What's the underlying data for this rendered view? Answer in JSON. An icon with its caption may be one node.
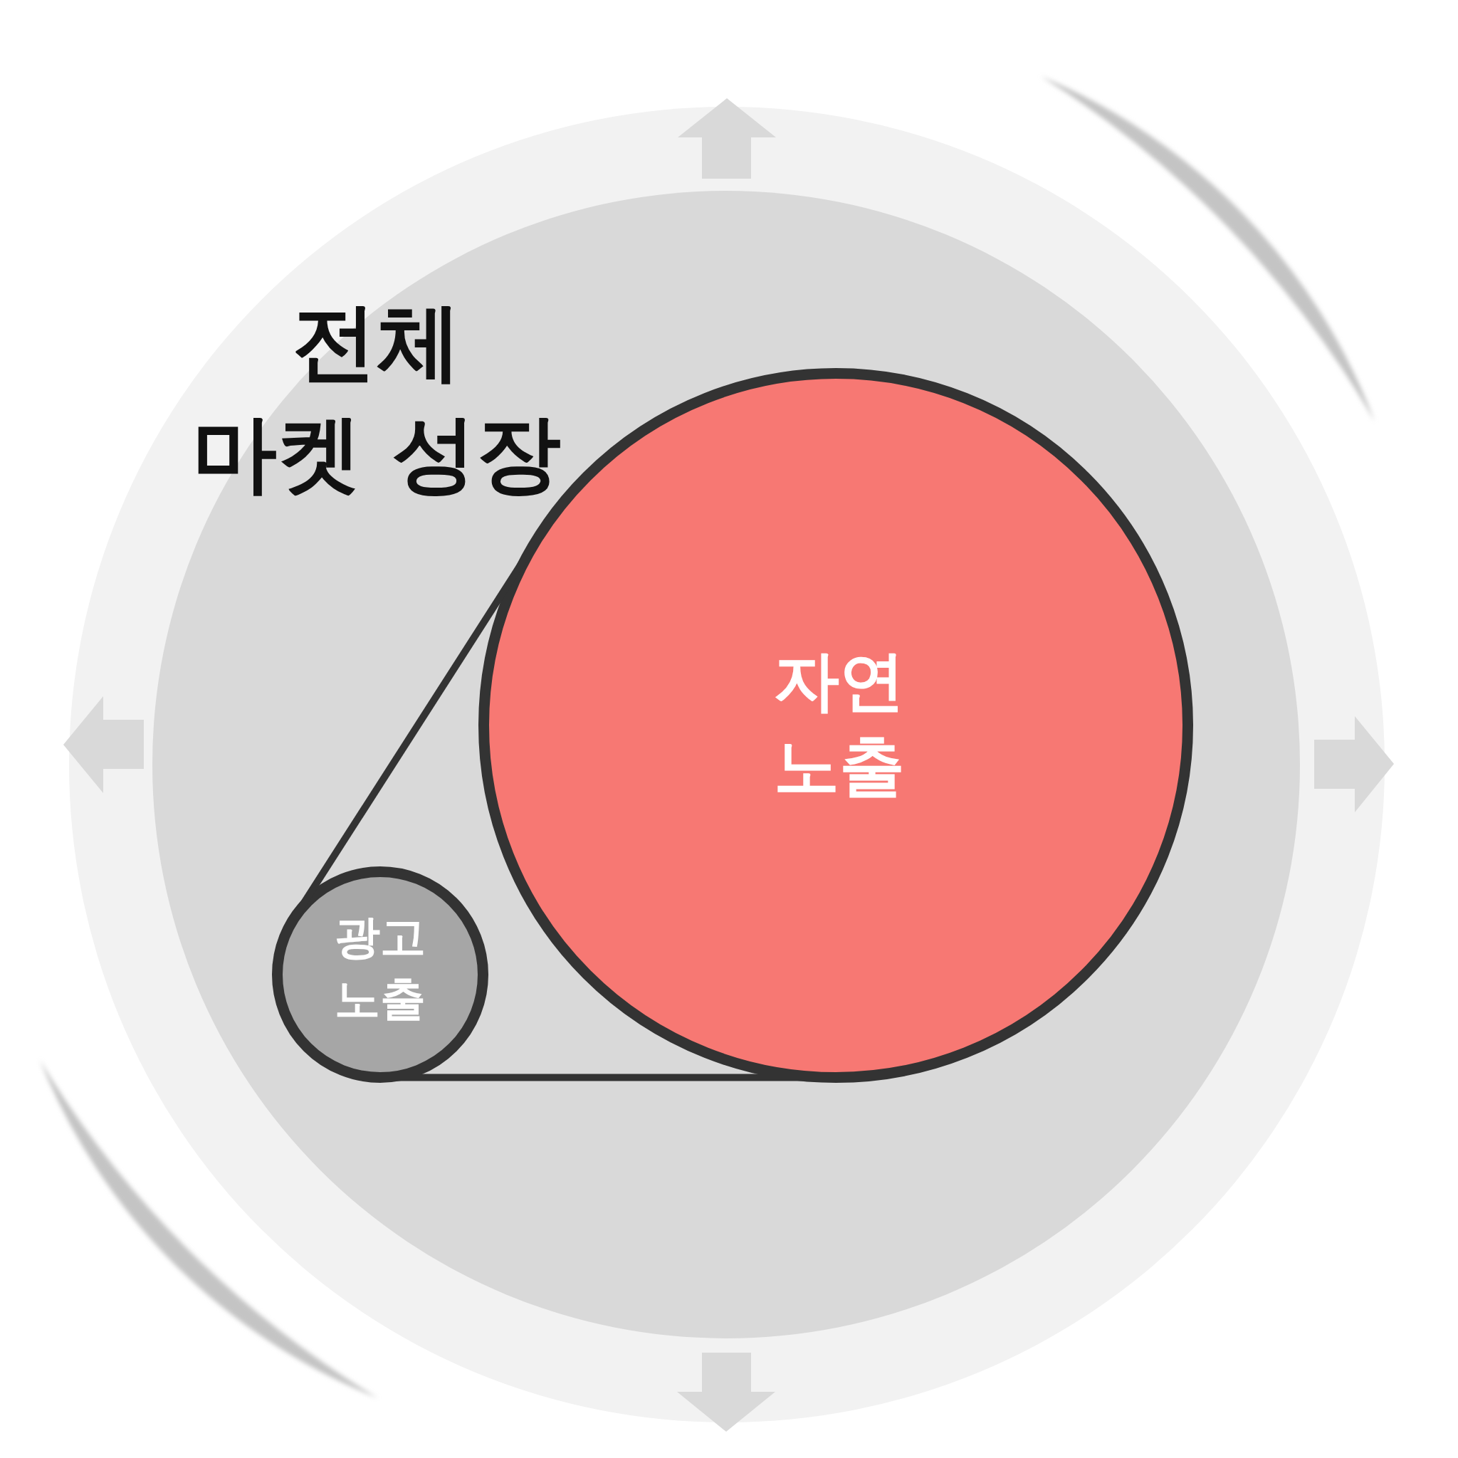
{
  "diagram": {
    "nodes": [
      {
        "text": [],
        "shape": "circle"
      },
      {
        "text": [
          "전체 마켓 성장"
        ],
        "in": 0
      },
      {
        "text": [
          "자연 노출"
        ],
        "in": 1
      },
      {
        "text": [
          "광고 노출"
        ],
        "in": 1
      },
      {
        "text": [],
        "shape": "arc"
      },
      {
        "text": [],
        "shape": "arc"
      }
    ],
    "edges": [
      {
        "from": 3,
        "to": 2,
        "arrow": "none"
      },
      {
        "from": 3,
        "to": 2,
        "arrow": "none"
      }
    ]
  }
}
